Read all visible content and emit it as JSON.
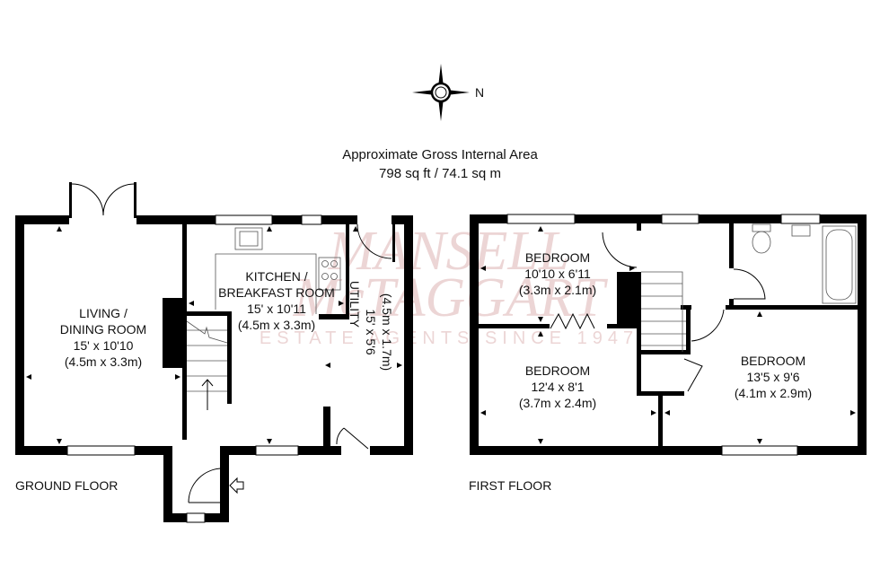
{
  "header": {
    "title": "Approximate Gross Internal Area",
    "area": "798 sq ft / 74.1 sq m"
  },
  "compass": {
    "north_label": "N",
    "icon": "compass-rose-icon"
  },
  "watermark": {
    "line1": "MANSELL",
    "line2": "McTAGGART",
    "line3": "ESTATE AGENTS SINCE 1947",
    "color": "#c98a8a"
  },
  "ground_floor": {
    "label": "GROUND FLOOR",
    "rooms": [
      {
        "name_lines": [
          "LIVING /",
          "DINING ROOM"
        ],
        "imperial": "15' x 10'10",
        "metric": "(4.5m x 3.3m)"
      },
      {
        "name_lines": [
          "KITCHEN /",
          "BREAKFAST ROOM"
        ],
        "imperial": "15' x 10'11",
        "metric": "(4.5m x 3.3m)"
      },
      {
        "name_lines": [
          "UTILITY"
        ],
        "imperial": "15' x 5'6",
        "metric": "(4.5m x 1.7m)"
      }
    ]
  },
  "first_floor": {
    "label": "FIRST FLOOR",
    "rooms": [
      {
        "name_lines": [
          "BEDROOM"
        ],
        "imperial": "10'10 x 6'11",
        "metric": "(3.3m x 2.1m)"
      },
      {
        "name_lines": [
          "BEDROOM"
        ],
        "imperial": "12'4 x 8'1",
        "metric": "(3.7m x 2.4m)"
      },
      {
        "name_lines": [
          "BEDROOM"
        ],
        "imperial": "13'5 x 9'6",
        "metric": "(4.1m x 2.9m)"
      }
    ]
  }
}
